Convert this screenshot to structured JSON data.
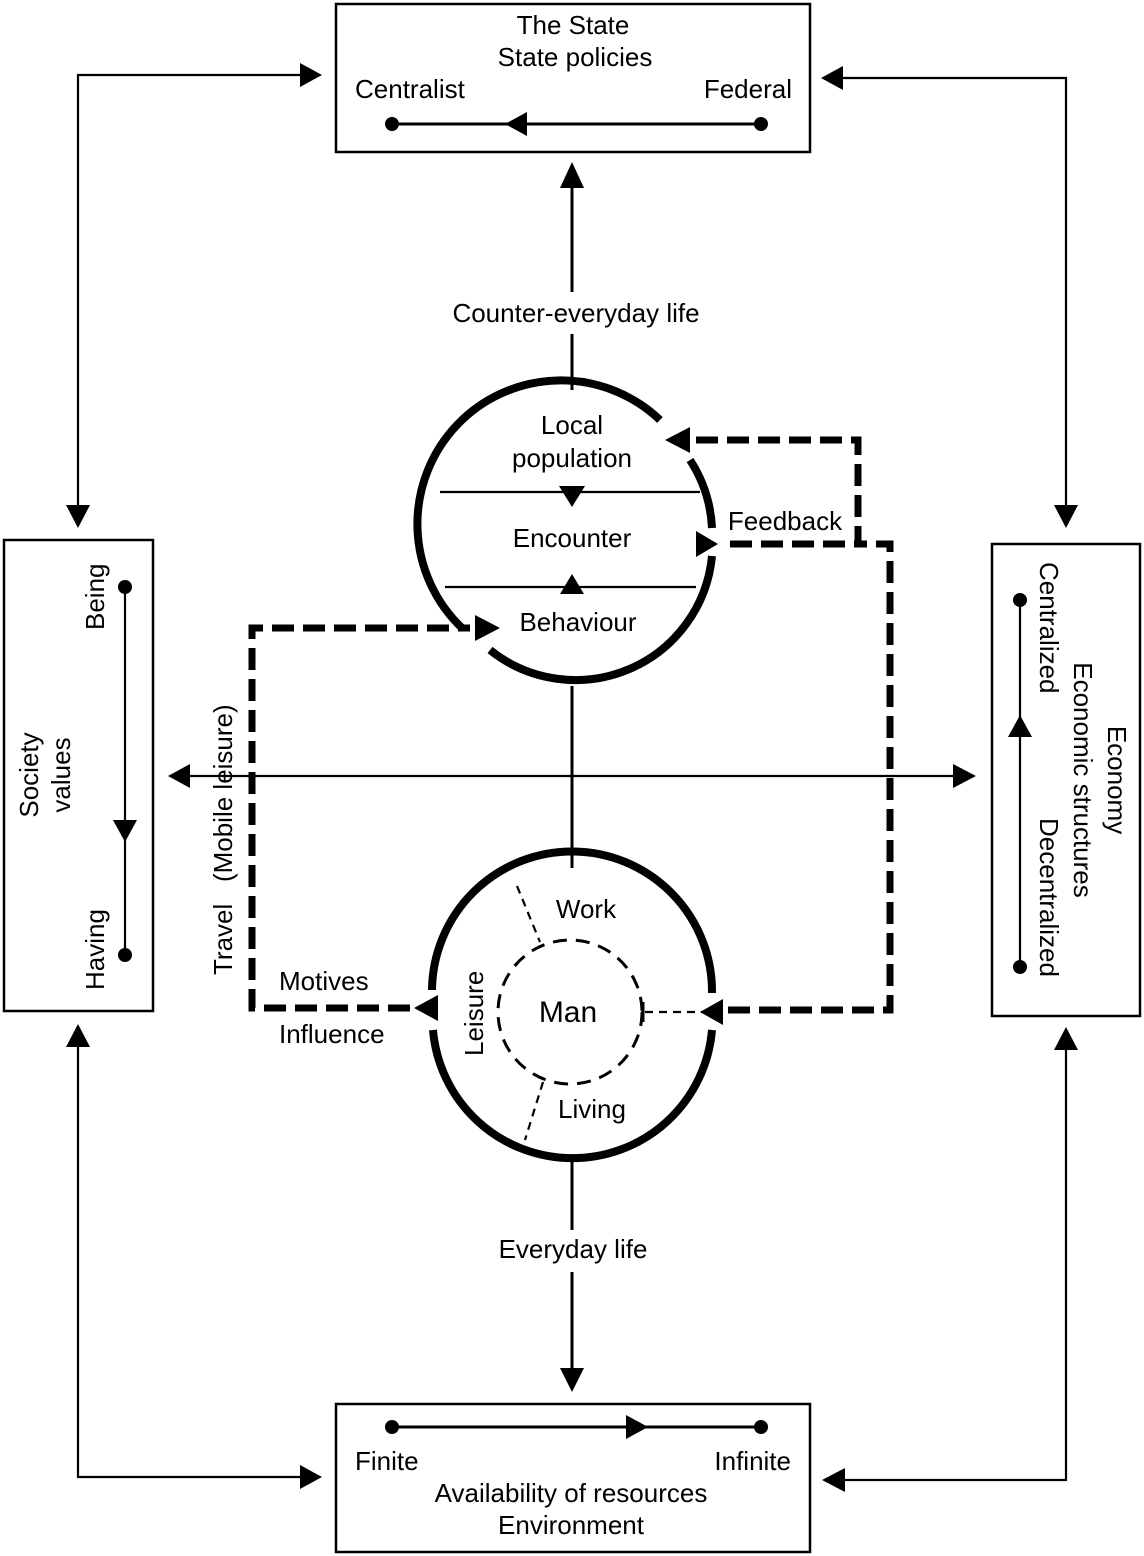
{
  "diagram": {
    "top_box": {
      "title": "The State",
      "subtitle": "State policies",
      "left_pole": "Centralist",
      "right_pole": "Federal",
      "direction": "Federal → Centralist"
    },
    "bottom_box": {
      "left_pole": "Finite",
      "right_pole": "Infinite",
      "subtitle": "Availability of resources",
      "title": "Environment",
      "direction": "Finite → Infinite"
    },
    "left_box": {
      "title": "Society",
      "subtitle": "values",
      "top_pole": "Being",
      "bottom_pole": "Having",
      "direction": "Being → Having"
    },
    "right_box": {
      "title": "Economy",
      "subtitle": "Economic structures",
      "top_pole": "Centralized",
      "bottom_pole": "Decentralized",
      "direction": "Decentralized → Centralized"
    },
    "upper_circle": {
      "top": "Local",
      "top2": "population",
      "middle": "Encounter",
      "bottom": "Behaviour"
    },
    "lower_circle": {
      "center": "Man",
      "work": "Work",
      "leisure": "Leisure",
      "living": "Living"
    },
    "labels": {
      "counter_everyday": "Counter-everyday life",
      "everyday": "Everyday life",
      "feedback": "Feedback",
      "travel": "Travel   (Mobile leisure)",
      "motives": "Motives",
      "influence": "Influence"
    }
  }
}
